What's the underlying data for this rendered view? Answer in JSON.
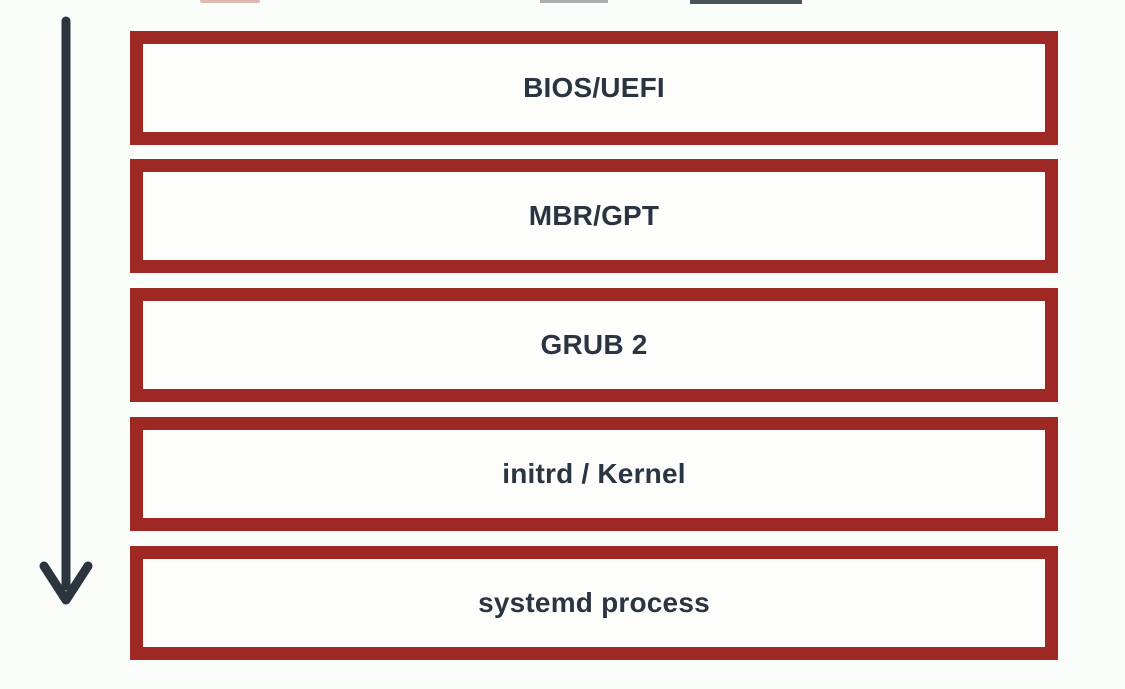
{
  "diagram_type": "flow-stack",
  "description_of_visual": "Vertical sequence of five outlined boxes with a downward arrow on the left indicating boot order",
  "steps": [
    {
      "label": "BIOS/UEFI"
    },
    {
      "label": "MBR/GPT"
    },
    {
      "label": "GRUB 2"
    },
    {
      "label": "initrd / Kernel"
    },
    {
      "label": "systemd process"
    }
  ],
  "colors": {
    "background": "#fbfdfa",
    "box_border": "#9e2823",
    "box_fill": "#fdfefc",
    "text": "#2b3541",
    "arrow": "#2c353e"
  }
}
